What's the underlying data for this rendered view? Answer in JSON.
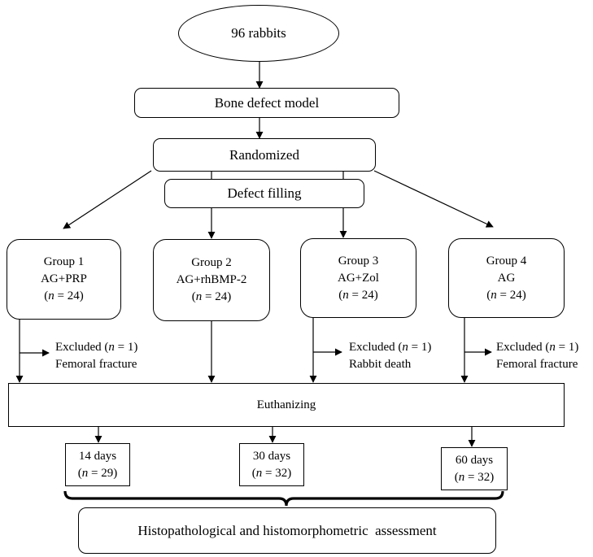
{
  "start": {
    "label": "96 rabbits"
  },
  "steps": {
    "model": "Bone defect model",
    "randomized": "Randomized",
    "filling": "Defect filling",
    "euthanizing": "Euthanizing",
    "assessment": "Histopathological and histomorphometric  assessment"
  },
  "n_symbol": "n",
  "groups": [
    {
      "name": "Group 1",
      "agent": "AG+PRP",
      "n": "24"
    },
    {
      "name": "Group 2",
      "agent": "AG+rhBMP-2",
      "n": "24"
    },
    {
      "name": "Group 3",
      "agent": "AG+Zol",
      "n": "24"
    },
    {
      "name": "Group 4",
      "agent": "AG",
      "n": "24"
    }
  ],
  "exclusions": [
    {
      "label": "Excluded",
      "n": "1",
      "reason": "Femoral fracture"
    },
    {
      "label": "Excluded",
      "n": "1",
      "reason": "Rabbit death"
    },
    {
      "label": "Excluded",
      "n": "1",
      "reason": "Femoral fracture"
    }
  ],
  "timepoints": [
    {
      "label": "14 days",
      "n": "29"
    },
    {
      "label": "30 days",
      "n": "32"
    },
    {
      "label": "60 days",
      "n": "32"
    }
  ]
}
